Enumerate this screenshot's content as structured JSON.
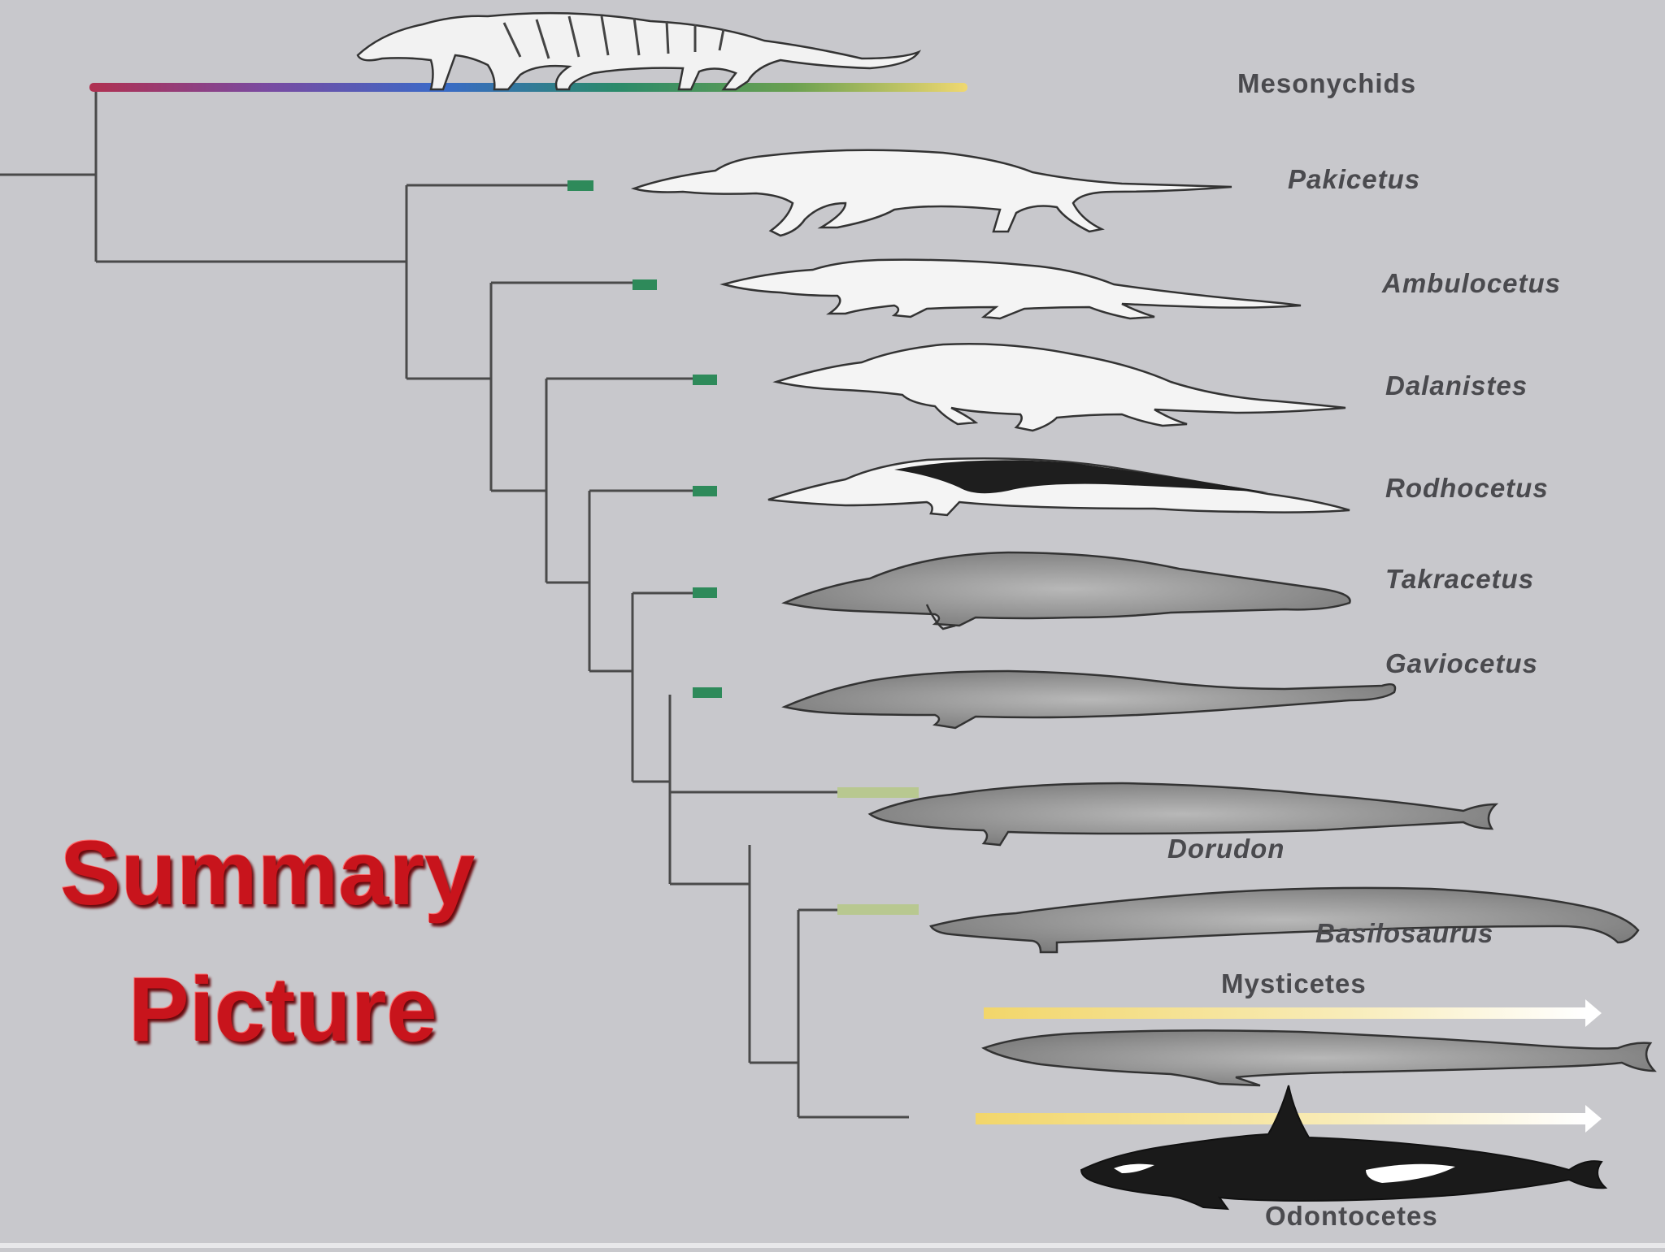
{
  "title": {
    "line1": "Summary",
    "line2": "Picture"
  },
  "taxa": [
    {
      "id": "mesonychids",
      "label": "Mesonychids"
    },
    {
      "id": "pakicetus",
      "label": "Pakicetus"
    },
    {
      "id": "ambulocetus",
      "label": "Ambulocetus"
    },
    {
      "id": "dalanistes",
      "label": "Dalanistes"
    },
    {
      "id": "rodhocetus",
      "label": "Rodhocetus"
    },
    {
      "id": "takracetus",
      "label": "Takracetus"
    },
    {
      "id": "gaviocetus",
      "label": "Gaviocetus"
    },
    {
      "id": "dorudon",
      "label": "Dorudon"
    },
    {
      "id": "basilosaurus",
      "label": "Basilosaurus"
    },
    {
      "id": "mysticetes",
      "label": "Mysticetes"
    },
    {
      "id": "odontocetes",
      "label": "Odontocetes"
    }
  ],
  "colors": {
    "background": "#c8c8cc",
    "tree_line": "#4a4a4a",
    "terminal_green": "#2e8a5a",
    "terminal_pale_green": "#b8c890",
    "living_arrow_yellow": "#f4dc7a",
    "title_red": "#c8141c"
  },
  "icons": [
    "mesonychid-silhouette",
    "pakicetus-silhouette",
    "ambulocetus-silhouette",
    "dalanistes-silhouette",
    "rodhocetus-silhouette",
    "takracetus-silhouette",
    "gaviocetus-silhouette",
    "dorudon-silhouette",
    "basilosaurus-silhouette",
    "baleen-whale-silhouette",
    "orca-silhouette"
  ]
}
